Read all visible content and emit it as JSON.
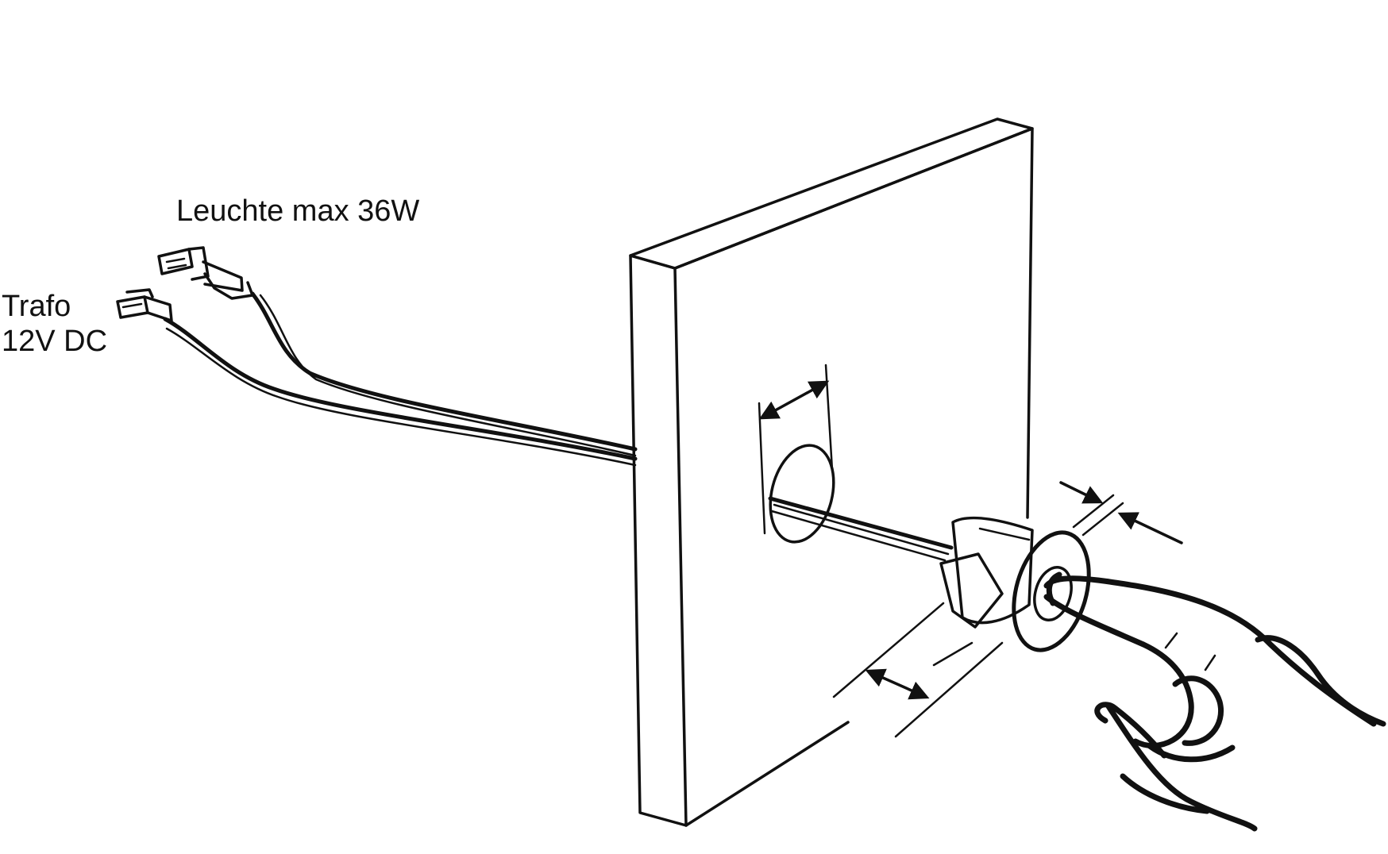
{
  "labels": {
    "lamp": "Leuchte max 36W",
    "transformer_line1": "Trafo",
    "transformer_line2": "12V DC"
  },
  "colors": {
    "ink": "#111111",
    "background": "#ffffff"
  },
  "icons": {
    "connector_lamp": "connector-plug-icon",
    "connector_transformer": "connector-plug-icon",
    "hand": "pointing-hand-icon"
  }
}
